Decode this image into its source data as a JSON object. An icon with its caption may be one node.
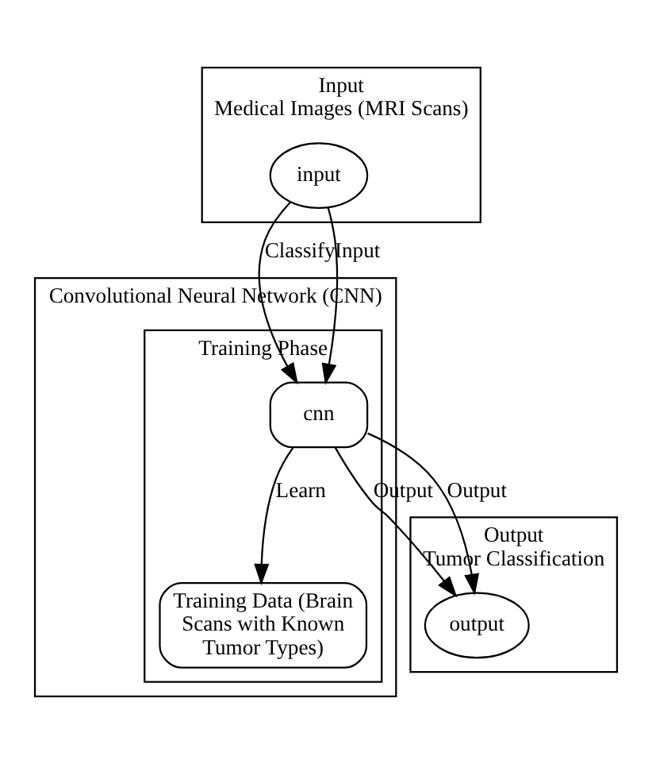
{
  "diagram": {
    "nodes": [
      {
        "text": [
          "Input",
          "Medical Images (MRI Scans)"
        ]
      },
      {
        "text": [
          "input"
        ],
        "in": 0
      },
      {
        "text": [
          "Convolutional Neural Network (CNN)"
        ]
      },
      {
        "text": [
          "Training Phase"
        ],
        "in": 2
      },
      {
        "text": [
          "cnn"
        ],
        "in": 3
      },
      {
        "text": [
          "Training Data (Brain Scans with Known Tumor Types)"
        ],
        "in": 3
      },
      {
        "text": [
          "Output",
          "Tumor Classification"
        ]
      },
      {
        "text": [
          "output"
        ],
        "in": 6
      }
    ],
    "edges": [
      {
        "from": 1,
        "to": 4,
        "arrow": "to",
        "label": "Classify"
      },
      {
        "from": 1,
        "to": 4,
        "arrow": "to",
        "label": "Input"
      },
      {
        "from": 4,
        "to": 7,
        "arrow": "to",
        "label": "Output"
      },
      {
        "from": 4,
        "to": 7,
        "arrow": "to",
        "label": "Output"
      },
      {
        "from": 4,
        "to": 5,
        "arrow": "to",
        "label": "Learn"
      }
    ]
  }
}
